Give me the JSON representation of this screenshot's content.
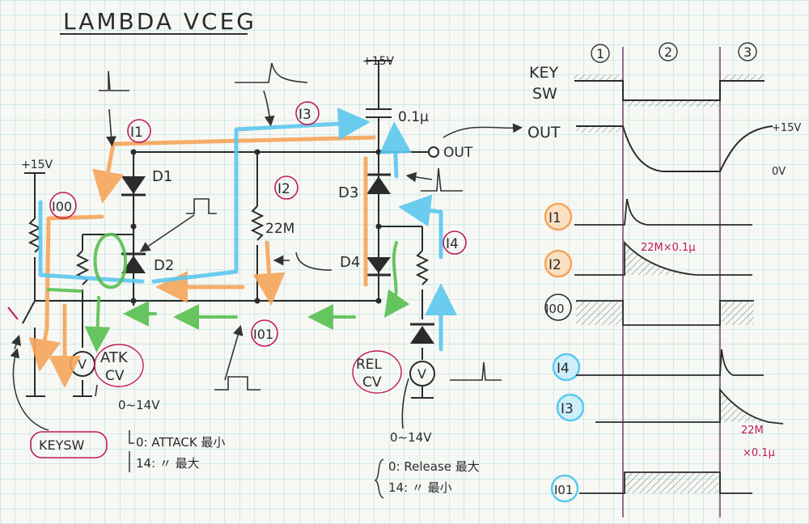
{
  "title": "LAMBDA VCEG",
  "supply": {
    "left": "+15V",
    "top": "+15V",
    "right_high": "+15V",
    "right_low": "0V"
  },
  "components": {
    "d1": "D1",
    "d2": "D2",
    "d3": "D3",
    "d4": "D4",
    "cap": "0.1μ",
    "res": "22M",
    "out": "OUT"
  },
  "currents": {
    "i1": "I1",
    "i2": "I2",
    "i3": "I3",
    "i4": "I4",
    "i00": "I00",
    "i01": "I01"
  },
  "controls": {
    "atk_line1": "ATK",
    "atk_line2": "CV",
    "rel_line1": "REL",
    "rel_line2": "CV",
    "atk_range": "0~14V",
    "rel_range": "0~14V",
    "keysw": "KEYSW"
  },
  "notes": {
    "atk_note_1": "0: ATTACK 最小",
    "atk_note_2": "14: 〃 最大",
    "rel_note_1": "0: Release 最大",
    "rel_note_2": "14: 〃 最小"
  },
  "timing": {
    "phase_1": "1",
    "phase_2": "2",
    "phase_3": "3",
    "key_label_1": "KEY",
    "key_label_2": "SW",
    "out_label": "OUT",
    "rc_note_i2": "22M×0.1μ",
    "rc_note_i3_1": "22M",
    "rc_note_i3_2": "×0.1μ"
  },
  "colors": {
    "grid": "#9fd8d8",
    "orange": "#f5a55a",
    "cyan": "#5cc8ee",
    "green": "#58c050",
    "pink": "#c2185b",
    "ink": "#2b2b2b"
  }
}
